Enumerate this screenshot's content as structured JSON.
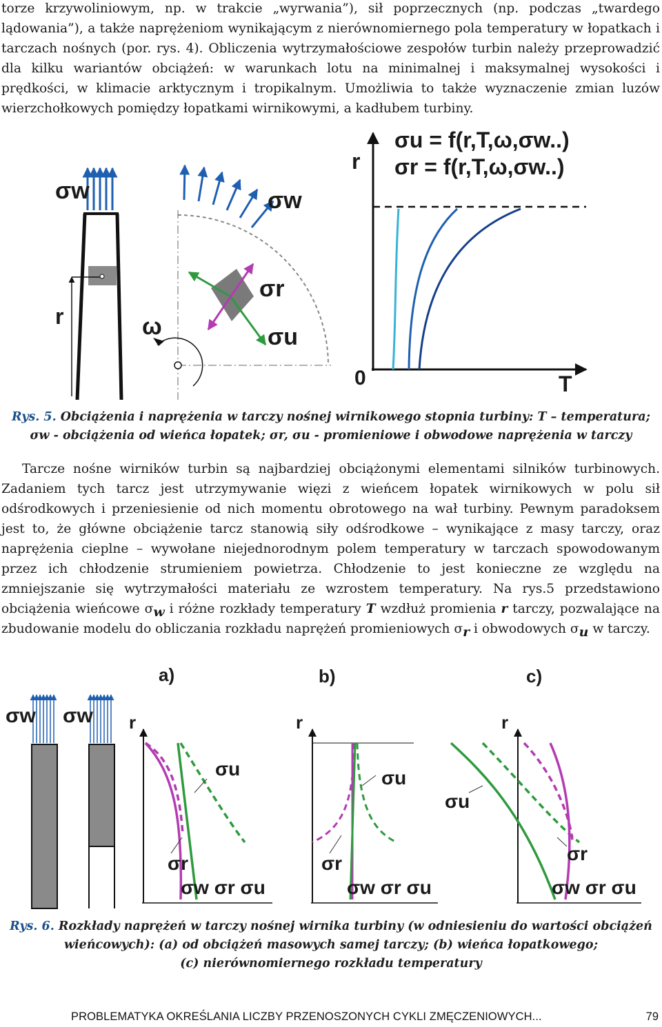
{
  "paragraph1": "torze krzywoliniowym, np. w trakcie „wyrwania”), sił poprzecznych (np. podczas „twardego lądowania”), a także naprężeniom wynikającym z nierównomiernego pola temperatury w łopatkach i tarczach nośnych (por. rys. 4). Obliczenia wytrzymałościowe zespołów turbin należy przeprowadzić dla kilku wariantów obciążeń: w warunkach lotu na minimalnej i maksymalnej wysokości i prędkości, w klimacie arktycznym i tropikalnym. Umożliwia to także wyznaczenie zmian luzów wierzchołkowych pomiędzy łopatkami wirnikowymi, a kadłubem turbiny.",
  "figure5": {
    "formula_u": "σu = f(r,T,ω,σw..)",
    "formula_r": "σr = f(r,T,ω,σw..)",
    "labels": {
      "sigma_w_left": "σw",
      "sigma_w_arc": "σw",
      "sigma_r": "σr",
      "sigma_u": "σu",
      "omega": "ω",
      "r_left": "r",
      "r_axis": "r",
      "origin": "0",
      "t_axis": "T"
    },
    "caption_label": "Rys. 5.",
    "caption_text": "Obciążenia i naprężenia w tarczy nośnej wirnikowego stopnia turbiny: T – temperatura; σw - obciążenia od wieńca łopatek; σr, σu - promieniowe i obwodowe naprężenia w tarczy"
  },
  "paragraph2": {
    "t1": "Tarcze nośne wirników turbin są najbardziej obciążonymi elementami silników turbinowych. Zadaniem tych tarcz jest utrzymywanie więzi z wieńcem łopatek wirnikowych w polu sił odśrodkowych i przeniesienie od nich momentu obrotowego na wał turbiny. Pewnym paradoksem jest to, że główne obciążenie tarcz stanowią siły odśrodkowe – wynikające z masy tarczy, oraz naprężenia cieplne – wywołane niejednorodnym polem temperatury w tarczach spowodowanym przez ich chłodzenie strumieniem powietrza. Chłodzenie to jest konieczne ze względu na zmniejszanie się wytrzymałości materiału ze wzrostem temperatury. Na rys.5 przedstawiono obciążenia wieńcowe σ",
    "s1": "w",
    "t2": " i różne rozkłady temperatury ",
    "s2": "T",
    "t3": " wzdłuż promienia ",
    "s3": "r",
    "t4": " tarczy, pozwalające na zbudowanie modelu do obliczania rozkładu naprężeń promieniowych σ",
    "s4": "r",
    "t5": " i obwodowych σ",
    "s5": "u",
    "t6": " w tarczy."
  },
  "figure6": {
    "panel_a": "a)",
    "panel_b": "b)",
    "panel_c": "c)",
    "sigma_w_1": "σw",
    "sigma_w_2": "σw",
    "r_a": "r",
    "r_b": "r",
    "r_c": "r",
    "su_a": "σu",
    "sr_a": "σr",
    "su_b": "σu",
    "sr_b": "σr",
    "su_c": "σu",
    "sr_c": "σr",
    "axis_a": "σw σr σu",
    "axis_b": "σw σr σu",
    "axis_c": "σw σr σu",
    "caption_label": "Rys. 6.",
    "caption_line1": "Rozkłady naprężeń w tarczy nośnej wirnika turbiny (w odniesieniu do wartości obciążeń",
    "caption_line2": "wieńcowych): (a) od obciążeń masowych samej tarczy; (b) wieńca łopatkowego;",
    "caption_line3": "(c) nierównomiernego rozkładu temperatury"
  },
  "footer": {
    "title": "PROBLEMATYKA OKREŚLANIA LICZBY PRZENOSZONYCH CYKLI ZMĘCZENIOWYCH...",
    "page": "79"
  },
  "colors": {
    "blue": "#1f5fb0",
    "dark_blue": "#153e8a",
    "cyan": "#37b3d6",
    "green": "#2e9a3d",
    "magenta": "#b33bb3",
    "gray": "#8a8a8a"
  }
}
